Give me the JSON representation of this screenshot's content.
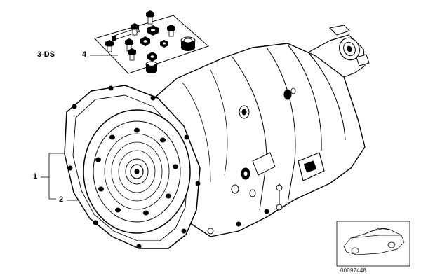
{
  "callouts": {
    "item_3ds": "3-DS",
    "item_4": "4",
    "item_1": "1",
    "item_2": "2"
  },
  "thumbnail": {
    "code": "00097448"
  },
  "colors": {
    "line": "#000000",
    "background": "#ffffff"
  }
}
